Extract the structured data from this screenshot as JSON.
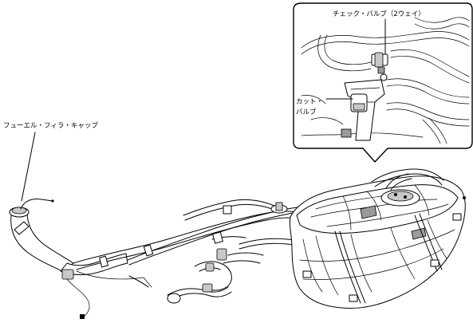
{
  "labels": {
    "check_valve": "チェック・バルブ（2ウェイ）",
    "cut_valve_line1": "カット・",
    "cut_valve_line2": "バルブ",
    "fuel_filler_cap": "フューエル・フィラ・キャップ"
  }
}
